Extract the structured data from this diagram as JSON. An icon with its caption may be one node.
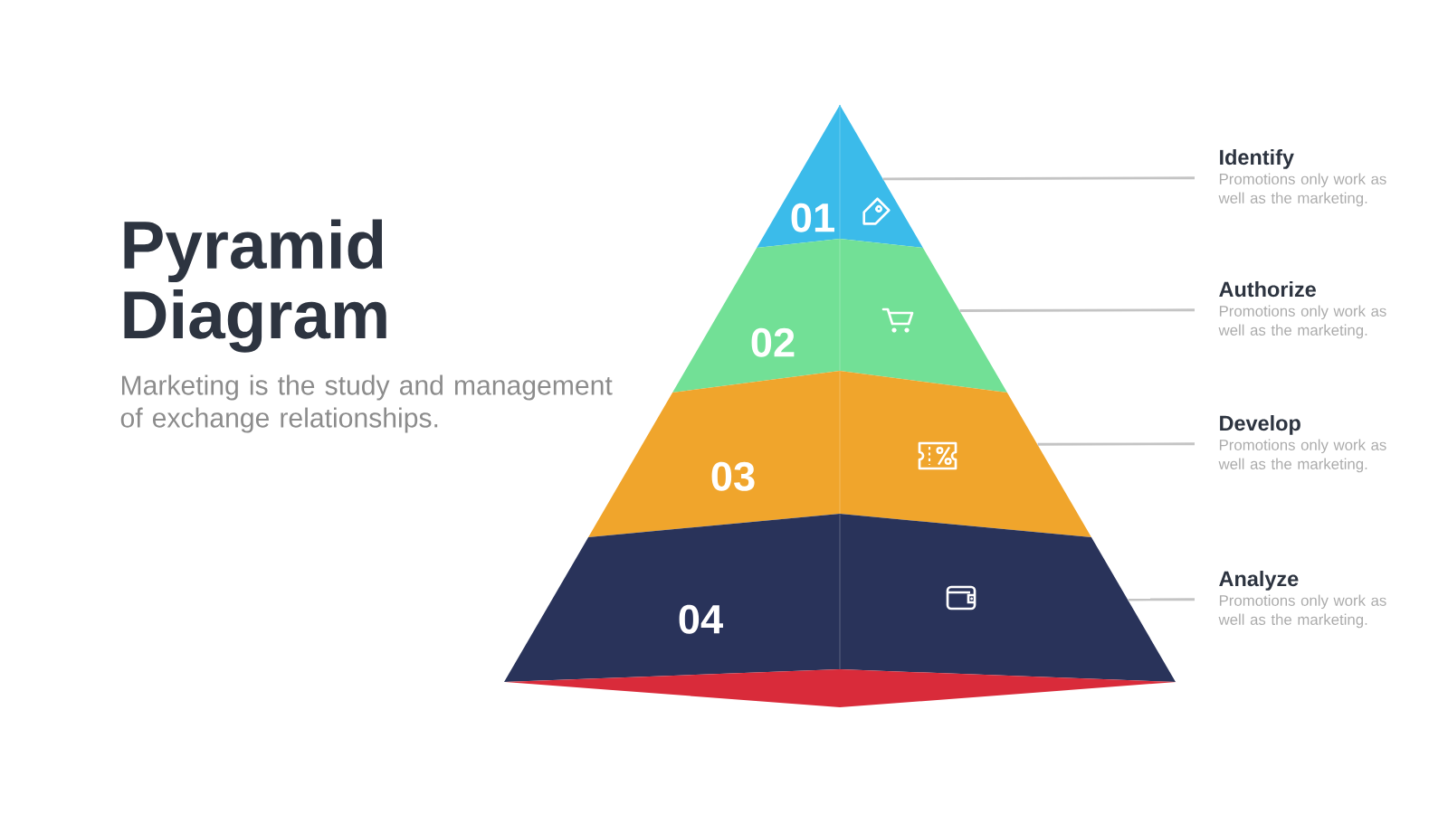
{
  "diagram": {
    "title": "Pyramid Diagram",
    "nodes": [
      {
        "text": [
          "01"
        ]
      },
      {
        "text": [
          "02"
        ]
      },
      {
        "text": [
          "03"
        ]
      },
      {
        "text": [
          "04"
        ]
      },
      {
        "text": [],
        "shape": "diamond"
      },
      {
        "text": [
          "Identify",
          "Promotions only work as well as the marketing."
        ]
      },
      {
        "text": [
          "Authorize",
          "Promotions only work as well as the marketing."
        ]
      },
      {
        "text": [
          "Develop",
          "Promotions only work as well as the marketing."
        ]
      },
      {
        "text": [
          "Analyze",
          "Promotions only work as well as the marketing."
        ]
      }
    ],
    "edges": [
      {
        "from": 5,
        "to": 0,
        "arrow": "none"
      },
      {
        "from": 6,
        "to": 1,
        "arrow": "none"
      },
      {
        "from": 7,
        "to": 2,
        "arrow": "none"
      },
      {
        "from": 8,
        "to": 3,
        "arrow": "none"
      }
    ],
    "labels": [
      "Marketing is the study and management of exchange relationships."
    ]
  }
}
